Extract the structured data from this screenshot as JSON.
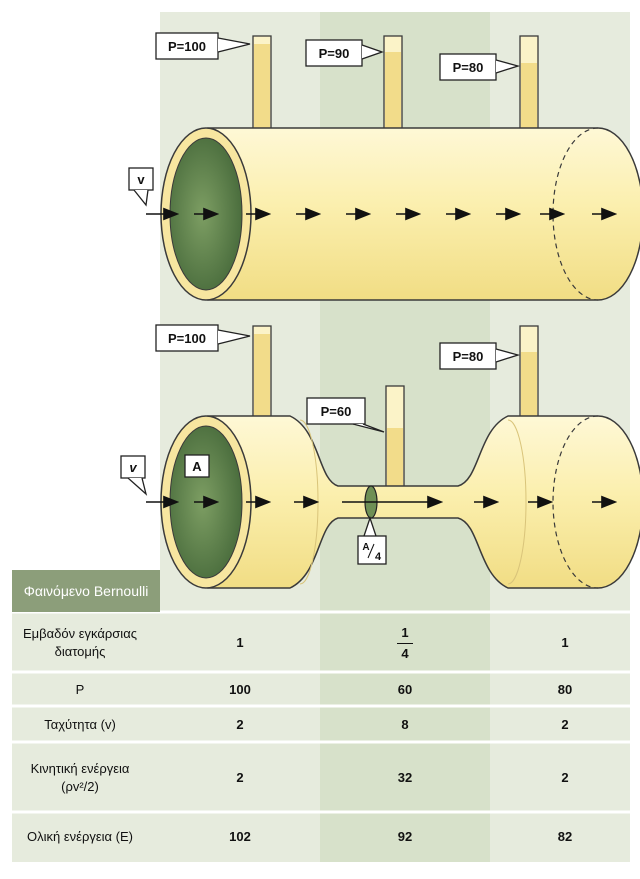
{
  "diagram1": {
    "pressures": [
      "P=100",
      "P=90",
      "P=80"
    ],
    "velocity_label": "v"
  },
  "diagram2": {
    "pressures": [
      "P=100",
      "P=60",
      "P=80"
    ],
    "velocity_label": "v",
    "area_label": "A",
    "narrow_area_label_num": "A",
    "narrow_area_label_den": "4"
  },
  "table": {
    "title": "Φαινόμενο Bernoulli",
    "rows": [
      {
        "label": "Εμβαδόν εγκάρσιας διατομής",
        "values": [
          "1",
          "1/4",
          "1"
        ]
      },
      {
        "label": "P",
        "values": [
          "100",
          "60",
          "80"
        ]
      },
      {
        "label": "Ταχύτητα (v)",
        "values": [
          "2",
          "8",
          "2"
        ]
      },
      {
        "label": "Κινητική ενέργεια (ρv²/2)",
        "values": [
          "2",
          "32",
          "2"
        ]
      },
      {
        "label": "Ολική ενέργεια (E)",
        "values": [
          "102",
          "92",
          "82"
        ]
      }
    ],
    "fraction": {
      "num": "1",
      "den": "4"
    }
  },
  "colors": {
    "background_light": "#e8ece0",
    "background_mid": "#d8e2cc",
    "pipe_fill": "#fbf0b2",
    "pipe_stroke": "#3a3a3a",
    "liquid": "#f2dc8a",
    "opening": "#5d7f4a"
  }
}
